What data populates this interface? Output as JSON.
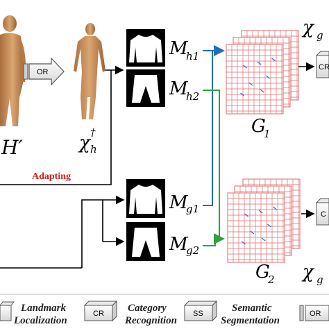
{
  "colors": {
    "adapting": "#d42020",
    "blue_arrow": "#1f6fb5",
    "green_arrow": "#2ea23c",
    "grid_red": "#e06a6a",
    "grid_blue": "#3d6fd0",
    "module_fill": "#f2f2f2",
    "body_skin": "#c99360"
  },
  "labels": {
    "h_prime": "H′",
    "chi_h_main": "χ",
    "chi_h_sub": "h",
    "chi_h_sup": "†",
    "or_box": "OR",
    "m_h1_main": "M",
    "m_h1_sub": "h1",
    "m_h2_main": "M",
    "m_h2_sub": "h2",
    "m_g1_main": "M",
    "m_g1_sub": "g1",
    "m_g2_main": "M",
    "m_g2_sub": "g2",
    "g1_main": "G",
    "g1_sub": "1",
    "g2_main": "G",
    "g2_sub": "2",
    "chi_g_top": "χ",
    "chi_g_top_sub": "g",
    "chi_g_bottom": "χ",
    "chi_g_bottom_sub": "g",
    "cr_box_top": "CR",
    "cr_box_bottom": "C",
    "adapting": "Adapting"
  },
  "legend": {
    "landmark_line1": "Landmark",
    "landmark_line2": "Localization",
    "cr_box": "CR",
    "category_line1": "Category",
    "category_line2": "Recognition",
    "ss_box": "SS",
    "semantic_line1": "Semantic",
    "semantic_line2": "Segmentation",
    "or_box": "OR"
  }
}
